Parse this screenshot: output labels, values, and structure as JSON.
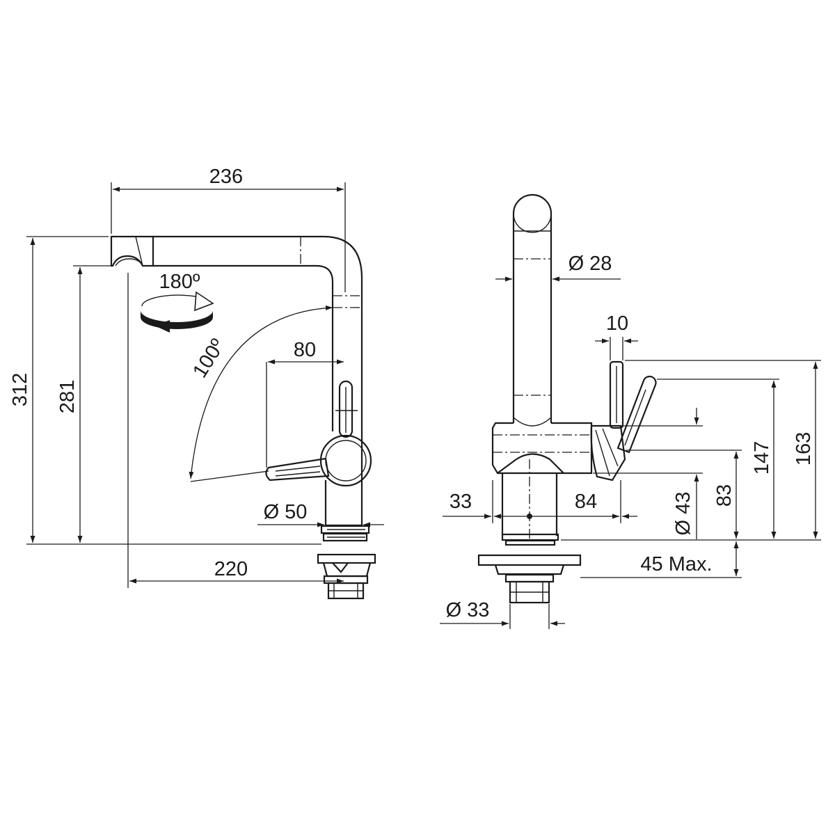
{
  "side_view": {
    "reach": "236",
    "total_height": "312",
    "spout_height": "281",
    "swivel_angle": "180º",
    "lever_angle": "100º",
    "lever_clearance": "80",
    "base_diameter": "Ø 50",
    "spout_to_wall": "220"
  },
  "front_view": {
    "spout_diameter": "Ø 28",
    "lever_width": "10",
    "lever_top_height": "163",
    "lever_tilt_height": "147",
    "body_height": "83",
    "body_diameter": "Ø 43",
    "body_width_left": "33",
    "body_width_right": "84",
    "deck_thickness": "45 Max.",
    "shank_diameter": "Ø 33"
  }
}
